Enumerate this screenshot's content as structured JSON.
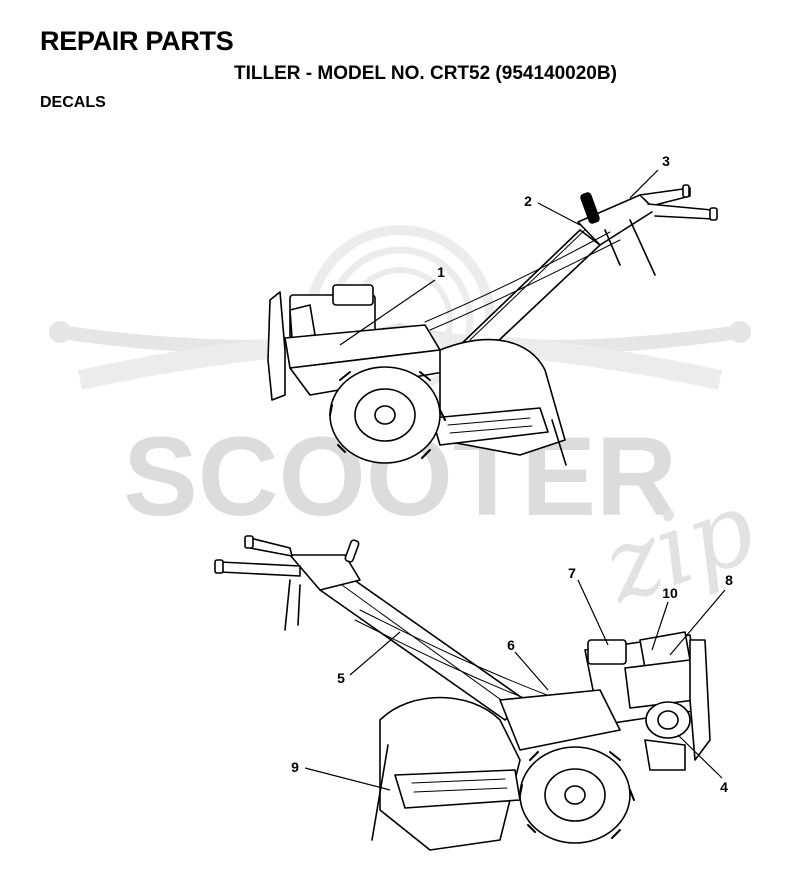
{
  "header": {
    "title": "REPAIR PARTS",
    "subtitle": "TILLER - MODEL NO. CRT52 (954140020B)",
    "section": "DECALS"
  },
  "watermark": {
    "text": "SCOOTER",
    "script": "zip",
    "color": "#dcdcdc"
  },
  "callouts": {
    "c1": "1",
    "c2": "2",
    "c3": "3",
    "c4": "4",
    "c5": "5",
    "c6": "6",
    "c7": "7",
    "c8": "8",
    "c9": "9",
    "c10": "10"
  }
}
